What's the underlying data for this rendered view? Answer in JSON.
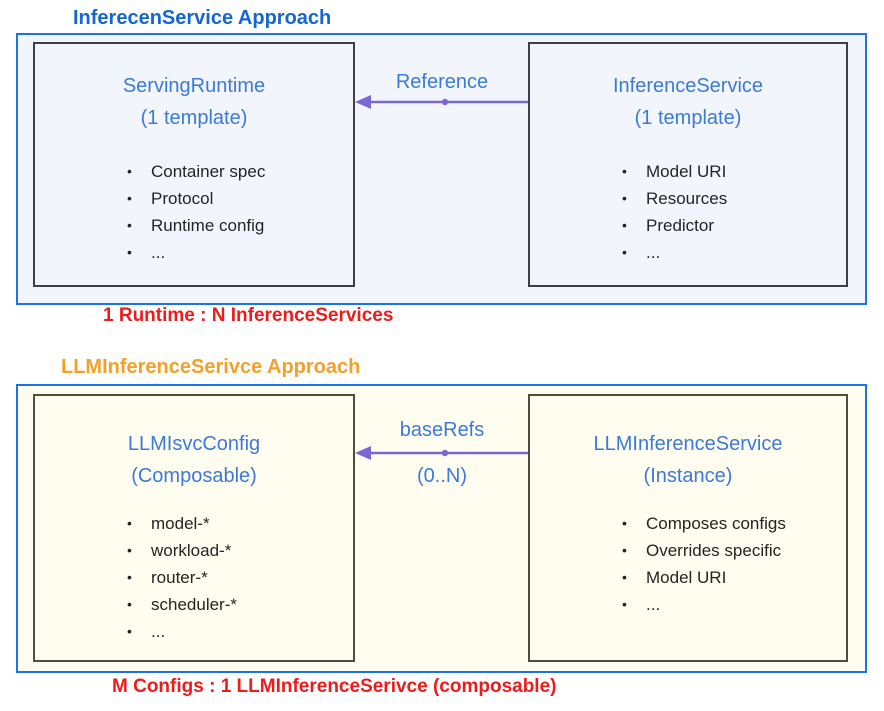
{
  "colors": {
    "title_blue": "#1565d2",
    "title_orange": "#f5a028",
    "heading_blue": "#3b7ad8",
    "arrow_purple": "#7c66d0",
    "caption_red": "#ee1b1b",
    "container_border": "#1a73e8",
    "top_bg": "#f2f6fc",
    "bottom_bg": "#fffdf0",
    "top_box_border": "#3c4043",
    "bottom_box_border": "#4e4e3c",
    "body_text": "#242424"
  },
  "top_section": {
    "title": "InferecenService Approach",
    "left_box": {
      "title": "ServingRuntime",
      "subtitle": "(1 template)",
      "items": [
        "Container spec",
        "Protocol",
        "Runtime config",
        "..."
      ]
    },
    "right_box": {
      "title": "InferenceService",
      "subtitle": "(1 template)",
      "items": [
        "Model URI",
        "Resources",
        "Predictor",
        "..."
      ]
    },
    "arrow_label": "Reference",
    "caption": "1 Runtime : N InferenceServices"
  },
  "bottom_section": {
    "title": "LLMInferenceSerivce Approach",
    "left_box": {
      "title": "LLMIsvcConfig",
      "subtitle": "(Composable)",
      "items": [
        "model-*",
        "workload-*",
        "router-*",
        "scheduler-*",
        "..."
      ]
    },
    "right_box": {
      "title": "LLMInferenceService",
      "subtitle": "(Instance)",
      "items": [
        "Composes configs",
        "Overrides specific",
        "Model URI",
        "..."
      ]
    },
    "arrow_label": "baseRefs",
    "arrow_sublabel": "(0..N)",
    "caption": "M Configs : 1 LLMInferenceSerivce (composable)"
  }
}
